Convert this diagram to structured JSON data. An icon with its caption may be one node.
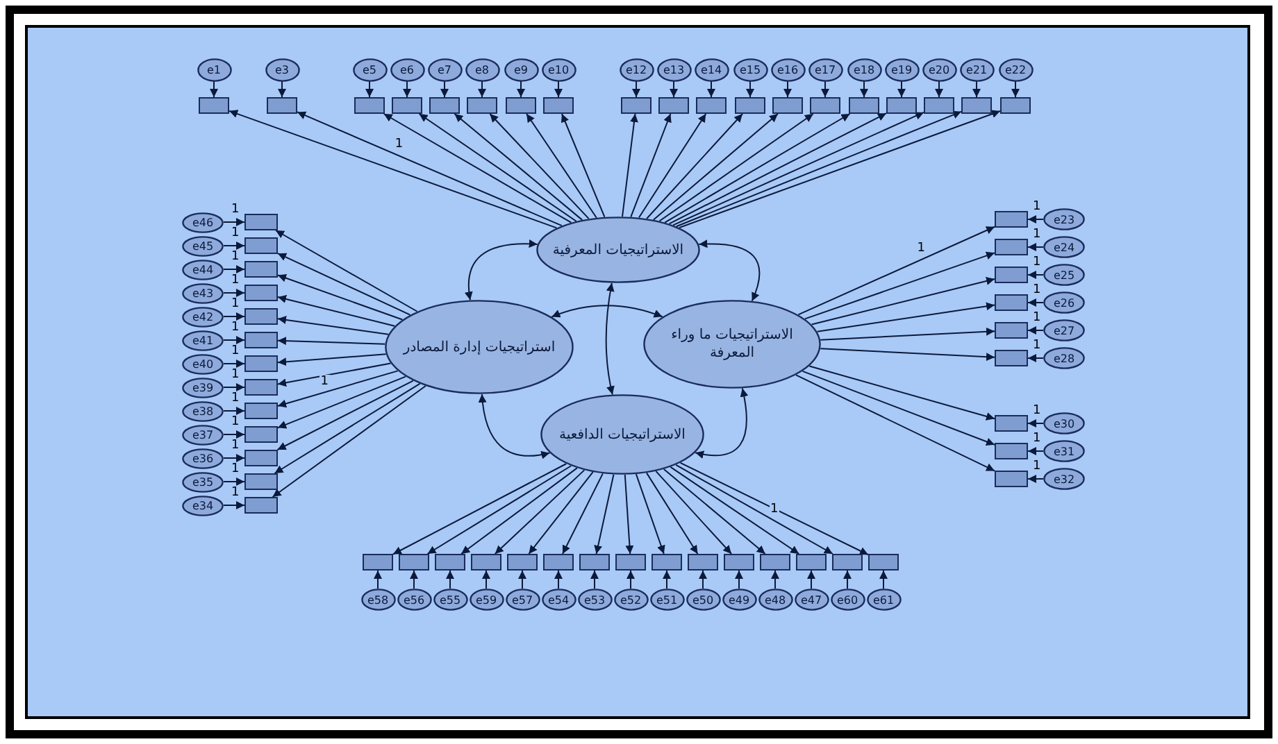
{
  "diagram": {
    "nodes": [
      {
        "text": [
          "e1"
        ]
      },
      {
        "text": [
          "e3"
        ]
      },
      {
        "text": [
          "e5"
        ]
      },
      {
        "text": [
          "e6"
        ]
      },
      {
        "text": [
          "e7"
        ]
      },
      {
        "text": [
          "e8"
        ]
      },
      {
        "text": [
          "e9"
        ]
      },
      {
        "text": [
          "e10"
        ]
      },
      {
        "text": [
          "e12"
        ]
      },
      {
        "text": [
          "e13"
        ]
      },
      {
        "text": [
          "e14"
        ]
      },
      {
        "text": [
          "e15"
        ]
      },
      {
        "text": [
          "e16"
        ]
      },
      {
        "text": [
          "e17"
        ]
      },
      {
        "text": [
          "e18"
        ]
      },
      {
        "text": [
          "e19"
        ]
      },
      {
        "text": [
          "e20"
        ]
      },
      {
        "text": [
          "e21"
        ]
      },
      {
        "text": [
          "e22"
        ]
      },
      {
        "text": [],
        "shape": "box"
      },
      {
        "text": [],
        "shape": "box"
      },
      {
        "text": [],
        "shape": "box"
      },
      {
        "text": [],
        "shape": "box"
      },
      {
        "text": [],
        "shape": "box"
      },
      {
        "text": [],
        "shape": "box"
      },
      {
        "text": [],
        "shape": "box"
      },
      {
        "text": [],
        "shape": "box"
      },
      {
        "text": [],
        "shape": "box"
      },
      {
        "text": [],
        "shape": "box"
      },
      {
        "text": [],
        "shape": "box"
      },
      {
        "text": [],
        "shape": "box"
      },
      {
        "text": [],
        "shape": "box"
      },
      {
        "text": [],
        "shape": "box"
      },
      {
        "text": [],
        "shape": "box"
      },
      {
        "text": [],
        "shape": "box"
      },
      {
        "text": [],
        "shape": "box"
      },
      {
        "text": [],
        "shape": "box"
      },
      {
        "text": [],
        "shape": "box"
      },
      {
        "text": [
          "الاستراتيجيات المعرفية"
        ]
      },
      {
        "text": [
          "e46"
        ]
      },
      {
        "text": [
          "e45"
        ]
      },
      {
        "text": [
          "e44"
        ]
      },
      {
        "text": [
          "e43"
        ]
      },
      {
        "text": [
          "e42"
        ]
      },
      {
        "text": [
          "e41"
        ]
      },
      {
        "text": [
          "e40"
        ]
      },
      {
        "text": [
          "e39"
        ]
      },
      {
        "text": [
          "e38"
        ]
      },
      {
        "text": [
          "e37"
        ]
      },
      {
        "text": [
          "e36"
        ]
      },
      {
        "text": [
          "e35"
        ]
      },
      {
        "text": [
          "e34"
        ]
      },
      {
        "text": [],
        "shape": "box"
      },
      {
        "text": [],
        "shape": "box"
      },
      {
        "text": [],
        "shape": "box"
      },
      {
        "text": [],
        "shape": "box"
      },
      {
        "text": [],
        "shape": "box"
      },
      {
        "text": [],
        "shape": "box"
      },
      {
        "text": [],
        "shape": "box"
      },
      {
        "text": [],
        "shape": "box"
      },
      {
        "text": [],
        "shape": "box"
      },
      {
        "text": [],
        "shape": "box"
      },
      {
        "text": [],
        "shape": "box"
      },
      {
        "text": [],
        "shape": "box"
      },
      {
        "text": [],
        "shape": "box"
      },
      {
        "text": [
          "استراتيجيات إدارة المصادر"
        ]
      },
      {
        "text": [
          "الاستراتيجيات ما وراء المعرفة"
        ]
      },
      {
        "text": [],
        "shape": "box"
      },
      {
        "text": [],
        "shape": "box"
      },
      {
        "text": [],
        "shape": "box"
      },
      {
        "text": [],
        "shape": "box"
      },
      {
        "text": [],
        "shape": "box"
      },
      {
        "text": [],
        "shape": "box"
      },
      {
        "text": [],
        "shape": "box"
      },
      {
        "text": [],
        "shape": "box"
      },
      {
        "text": [],
        "shape": "box"
      },
      {
        "text": [
          "e23"
        ]
      },
      {
        "text": [
          "e24"
        ]
      },
      {
        "text": [
          "e25"
        ]
      },
      {
        "text": [
          "e26"
        ]
      },
      {
        "text": [
          "e27"
        ]
      },
      {
        "text": [
          "e28"
        ]
      },
      {
        "text": [
          "e30"
        ]
      },
      {
        "text": [
          "e31"
        ]
      },
      {
        "text": [
          "e32"
        ]
      },
      {
        "text": [
          "الاستراتيجيات الدافعية"
        ]
      },
      {
        "text": [],
        "shape": "box"
      },
      {
        "text": [],
        "shape": "box"
      },
      {
        "text": [],
        "shape": "box"
      },
      {
        "text": [],
        "shape": "box"
      },
      {
        "text": [],
        "shape": "box"
      },
      {
        "text": [],
        "shape": "box"
      },
      {
        "text": [],
        "shape": "box"
      },
      {
        "text": [],
        "shape": "box"
      },
      {
        "text": [],
        "shape": "box"
      },
      {
        "text": [],
        "shape": "box"
      },
      {
        "text": [],
        "shape": "box"
      },
      {
        "text": [],
        "shape": "box"
      },
      {
        "text": [],
        "shape": "box"
      },
      {
        "text": [],
        "shape": "box"
      },
      {
        "text": [],
        "shape": "box"
      },
      {
        "text": [
          "e58"
        ]
      },
      {
        "text": [
          "e56"
        ]
      },
      {
        "text": [
          "e55"
        ]
      },
      {
        "text": [
          "e59"
        ]
      },
      {
        "text": [
          "e57"
        ]
      },
      {
        "text": [
          "e54"
        ]
      },
      {
        "text": [
          "e53"
        ]
      },
      {
        "text": [
          "e52"
        ]
      },
      {
        "text": [
          "e51"
        ]
      },
      {
        "text": [
          "e50"
        ]
      },
      {
        "text": [
          "e49"
        ]
      },
      {
        "text": [
          "e48"
        ]
      },
      {
        "text": [
          "e47"
        ]
      },
      {
        "text": [
          "e60"
        ]
      },
      {
        "text": [
          "e61"
        ]
      }
    ],
    "edges": [
      {
        "from": 0,
        "to": 19,
        "arrow": "to"
      },
      {
        "from": 38,
        "to": 19,
        "arrow": "to"
      },
      {
        "from": 1,
        "to": 20,
        "arrow": "to"
      },
      {
        "from": 38,
        "to": 20,
        "arrow": "to",
        "label": "1"
      },
      {
        "from": 2,
        "to": 21,
        "arrow": "to"
      },
      {
        "from": 38,
        "to": 21,
        "arrow": "to"
      },
      {
        "from": 3,
        "to": 22,
        "arrow": "to"
      },
      {
        "from": 38,
        "to": 22,
        "arrow": "to"
      },
      {
        "from": 4,
        "to": 23,
        "arrow": "to"
      },
      {
        "from": 38,
        "to": 23,
        "arrow": "to"
      },
      {
        "from": 5,
        "to": 24,
        "arrow": "to"
      },
      {
        "from": 38,
        "to": 24,
        "arrow": "to"
      },
      {
        "from": 6,
        "to": 25,
        "arrow": "to"
      },
      {
        "from": 38,
        "to": 25,
        "arrow": "to"
      },
      {
        "from": 7,
        "to": 26,
        "arrow": "to"
      },
      {
        "from": 38,
        "to": 26,
        "arrow": "to"
      },
      {
        "from": 8,
        "to": 27,
        "arrow": "to"
      },
      {
        "from": 38,
        "to": 27,
        "arrow": "to"
      },
      {
        "from": 9,
        "to": 28,
        "arrow": "to"
      },
      {
        "from": 38,
        "to": 28,
        "arrow": "to"
      },
      {
        "from": 10,
        "to": 29,
        "arrow": "to"
      },
      {
        "from": 38,
        "to": 29,
        "arrow": "to"
      },
      {
        "from": 11,
        "to": 30,
        "arrow": "to"
      },
      {
        "from": 38,
        "to": 30,
        "arrow": "to"
      },
      {
        "from": 12,
        "to": 31,
        "arrow": "to"
      },
      {
        "from": 38,
        "to": 31,
        "arrow": "to"
      },
      {
        "from": 13,
        "to": 32,
        "arrow": "to"
      },
      {
        "from": 38,
        "to": 32,
        "arrow": "to"
      },
      {
        "from": 14,
        "to": 33,
        "arrow": "to"
      },
      {
        "from": 38,
        "to": 33,
        "arrow": "to"
      },
      {
        "from": 15,
        "to": 34,
        "arrow": "to"
      },
      {
        "from": 38,
        "to": 34,
        "arrow": "to"
      },
      {
        "from": 16,
        "to": 35,
        "arrow": "to"
      },
      {
        "from": 38,
        "to": 35,
        "arrow": "to"
      },
      {
        "from": 17,
        "to": 36,
        "arrow": "to"
      },
      {
        "from": 38,
        "to": 36,
        "arrow": "to"
      },
      {
        "from": 18,
        "to": 37,
        "arrow": "to"
      },
      {
        "from": 38,
        "to": 37,
        "arrow": "to"
      },
      {
        "from": 39,
        "to": 52,
        "arrow": "to",
        "label": "1"
      },
      {
        "from": 65,
        "to": 52,
        "arrow": "to"
      },
      {
        "from": 40,
        "to": 53,
        "arrow": "to",
        "label": "1"
      },
      {
        "from": 65,
        "to": 53,
        "arrow": "to"
      },
      {
        "from": 41,
        "to": 54,
        "arrow": "to",
        "label": "1"
      },
      {
        "from": 65,
        "to": 54,
        "arrow": "to"
      },
      {
        "from": 42,
        "to": 55,
        "arrow": "to",
        "label": "1"
      },
      {
        "from": 65,
        "to": 55,
        "arrow": "to"
      },
      {
        "from": 43,
        "to": 56,
        "arrow": "to",
        "label": "1"
      },
      {
        "from": 65,
        "to": 56,
        "arrow": "to"
      },
      {
        "from": 44,
        "to": 57,
        "arrow": "to",
        "label": "1"
      },
      {
        "from": 65,
        "to": 57,
        "arrow": "to"
      },
      {
        "from": 45,
        "to": 58,
        "arrow": "to",
        "label": "1"
      },
      {
        "from": 65,
        "to": 58,
        "arrow": "to"
      },
      {
        "from": 46,
        "to": 59,
        "arrow": "to",
        "label": "1"
      },
      {
        "from": 65,
        "to": 59,
        "arrow": "to"
      },
      {
        "from": 47,
        "to": 60,
        "arrow": "to",
        "label": "1"
      },
      {
        "from": 65,
        "to": 60,
        "arrow": "to",
        "label": "1"
      },
      {
        "from": 48,
        "to": 61,
        "arrow": "to",
        "label": "1"
      },
      {
        "from": 65,
        "to": 61,
        "arrow": "to"
      },
      {
        "from": 49,
        "to": 62,
        "arrow": "to",
        "label": "1"
      },
      {
        "from": 65,
        "to": 62,
        "arrow": "to"
      },
      {
        "from": 50,
        "to": 63,
        "arrow": "to",
        "label": "1"
      },
      {
        "from": 65,
        "to": 63,
        "arrow": "to"
      },
      {
        "from": 51,
        "to": 64,
        "arrow": "to",
        "label": "1"
      },
      {
        "from": 65,
        "to": 64,
        "arrow": "to"
      },
      {
        "from": 76,
        "to": 67,
        "arrow": "to",
        "label": "1"
      },
      {
        "from": 66,
        "to": 67,
        "arrow": "to",
        "label": "1"
      },
      {
        "from": 77,
        "to": 68,
        "arrow": "to",
        "label": "1"
      },
      {
        "from": 66,
        "to": 68,
        "arrow": "to"
      },
      {
        "from": 78,
        "to": 69,
        "arrow": "to",
        "label": "1"
      },
      {
        "from": 66,
        "to": 69,
        "arrow": "to"
      },
      {
        "from": 79,
        "to": 70,
        "arrow": "to",
        "label": "1"
      },
      {
        "from": 66,
        "to": 70,
        "arrow": "to"
      },
      {
        "from": 80,
        "to": 71,
        "arrow": "to",
        "label": "1"
      },
      {
        "from": 66,
        "to": 71,
        "arrow": "to"
      },
      {
        "from": 81,
        "to": 72,
        "arrow": "to",
        "label": "1"
      },
      {
        "from": 66,
        "to": 72,
        "arrow": "to"
      },
      {
        "from": 82,
        "to": 73,
        "arrow": "to",
        "label": "1"
      },
      {
        "from": 66,
        "to": 73,
        "arrow": "to"
      },
      {
        "from": 83,
        "to": 74,
        "arrow": "to",
        "label": "1"
      },
      {
        "from": 66,
        "to": 74,
        "arrow": "to"
      },
      {
        "from": 84,
        "to": 75,
        "arrow": "to",
        "label": "1"
      },
      {
        "from": 66,
        "to": 75,
        "arrow": "to"
      },
      {
        "from": 101,
        "to": 86,
        "arrow": "to"
      },
      {
        "from": 85,
        "to": 86,
        "arrow": "to"
      },
      {
        "from": 102,
        "to": 87,
        "arrow": "to"
      },
      {
        "from": 85,
        "to": 87,
        "arrow": "to"
      },
      {
        "from": 103,
        "to": 88,
        "arrow": "to"
      },
      {
        "from": 85,
        "to": 88,
        "arrow": "to"
      },
      {
        "from": 104,
        "to": 89,
        "arrow": "to"
      },
      {
        "from": 85,
        "to": 89,
        "arrow": "to"
      },
      {
        "from": 105,
        "to": 90,
        "arrow": "to"
      },
      {
        "from": 85,
        "to": 90,
        "arrow": "to"
      },
      {
        "from": 106,
        "to": 91,
        "arrow": "to"
      },
      {
        "from": 85,
        "to": 91,
        "arrow": "to"
      },
      {
        "from": 107,
        "to": 92,
        "arrow": "to"
      },
      {
        "from": 85,
        "to": 92,
        "arrow": "to"
      },
      {
        "from": 108,
        "to": 93,
        "arrow": "to"
      },
      {
        "from": 85,
        "to": 93,
        "arrow": "to"
      },
      {
        "from": 109,
        "to": 94,
        "arrow": "to"
      },
      {
        "from": 85,
        "to": 94,
        "arrow": "to"
      },
      {
        "from": 110,
        "to": 95,
        "arrow": "to"
      },
      {
        "from": 85,
        "to": 95,
        "arrow": "to"
      },
      {
        "from": 111,
        "to": 96,
        "arrow": "to"
      },
      {
        "from": 85,
        "to": 96,
        "arrow": "to"
      },
      {
        "from": 112,
        "to": 97,
        "arrow": "to"
      },
      {
        "from": 85,
        "to": 97,
        "arrow": "to"
      },
      {
        "from": 113,
        "to": 98,
        "arrow": "to"
      },
      {
        "from": 85,
        "to": 98,
        "arrow": "to"
      },
      {
        "from": 114,
        "to": 99,
        "arrow": "to"
      },
      {
        "from": 85,
        "to": 99,
        "arrow": "to",
        "label": "1"
      },
      {
        "from": 115,
        "to": 100,
        "arrow": "to"
      },
      {
        "from": 85,
        "to": 100,
        "arrow": "to"
      },
      {
        "from": 38,
        "to": 65,
        "arrow": "both"
      },
      {
        "from": 38,
        "to": 66,
        "arrow": "both"
      },
      {
        "from": 38,
        "to": 85,
        "arrow": "both"
      },
      {
        "from": 65,
        "to": 66,
        "arrow": "both"
      },
      {
        "from": 65,
        "to": 85,
        "arrow": "both"
      },
      {
        "from": 66,
        "to": 85,
        "arrow": "both"
      }
    ]
  }
}
